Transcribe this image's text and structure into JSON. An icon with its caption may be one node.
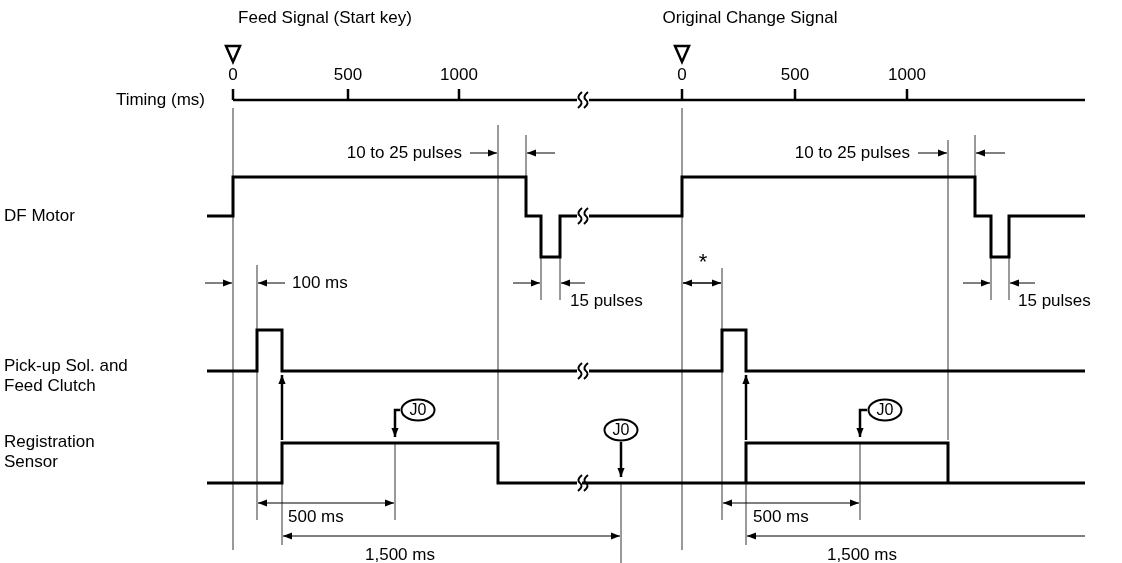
{
  "diagram": {
    "nodes": [
      {
        "text": [
          "J0"
        ]
      },
      {
        "text": [
          "J0"
        ]
      },
      {
        "text": [
          "J0"
        ]
      }
    ],
    "edges": [
      {
        "from": 0,
        "to": null,
        "arrow": "to"
      },
      {
        "from": 1,
        "to": null,
        "arrow": "to"
      },
      {
        "from": 2,
        "to": null,
        "arrow": "to"
      }
    ],
    "labels": [
      "Feed Signal (Start key)",
      "Original Change Signal",
      "0",
      "500",
      "1000",
      "0",
      "500",
      "1000",
      "Timing (ms)",
      "10 to 25 pulses",
      "10 to 25 pulses",
      "DF Motor",
      "100 ms",
      "*",
      "15 pulses",
      "15 pulses",
      "Pick-up Sol. and Feed Clutch",
      "Registration Sensor",
      "500 ms",
      "500 ms",
      "1,500 ms",
      "1,500 ms"
    ]
  }
}
